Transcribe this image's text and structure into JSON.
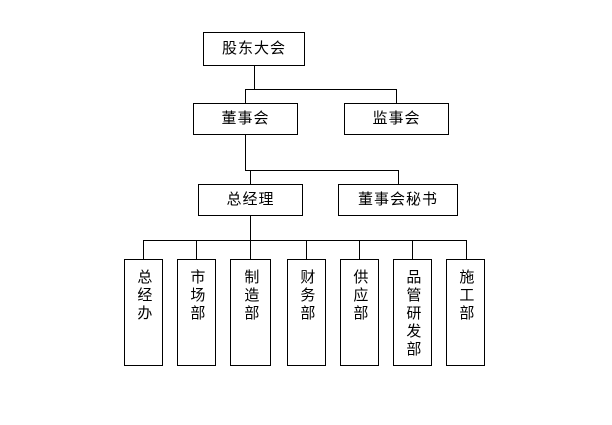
{
  "diagram": {
    "type": "organization-chart",
    "orientation": "top-down",
    "background_color": "#ffffff",
    "line_color": "#000000",
    "box_fill": "#ffffff",
    "levels": [
      {
        "level": 1,
        "nodes": [
          {
            "id": "shareholders",
            "label": "股东大会"
          }
        ]
      },
      {
        "level": 2,
        "nodes": [
          {
            "id": "board",
            "label": "董事会"
          },
          {
            "id": "supervisors",
            "label": "监事会"
          }
        ]
      },
      {
        "level": 3,
        "nodes": [
          {
            "id": "general-manager",
            "label": "总经理"
          },
          {
            "id": "board-secretary",
            "label": "董事会秘书"
          }
        ]
      },
      {
        "level": 4,
        "orientation": "vertical-text",
        "nodes": [
          {
            "id": "gm-office",
            "label": "总经办"
          },
          {
            "id": "marketing",
            "label": "市场部"
          },
          {
            "id": "manufacturing",
            "label": "制造部"
          },
          {
            "id": "finance",
            "label": "财务部"
          },
          {
            "id": "supply",
            "label": "供应部"
          },
          {
            "id": "qc-rd",
            "label": "品管研发部"
          },
          {
            "id": "construction",
            "label": "施工部"
          }
        ]
      }
    ],
    "edges": [
      {
        "from": "shareholders",
        "to": "board"
      },
      {
        "from": "shareholders",
        "to": "supervisors"
      },
      {
        "from": "board",
        "to": "general-manager"
      },
      {
        "from": "board",
        "to": "board-secretary"
      },
      {
        "from": "general-manager",
        "to": "gm-office"
      },
      {
        "from": "general-manager",
        "to": "marketing"
      },
      {
        "from": "general-manager",
        "to": "manufacturing"
      },
      {
        "from": "general-manager",
        "to": "finance"
      },
      {
        "from": "general-manager",
        "to": "supply"
      },
      {
        "from": "general-manager",
        "to": "qc-rd"
      },
      {
        "from": "general-manager",
        "to": "construction"
      }
    ]
  }
}
